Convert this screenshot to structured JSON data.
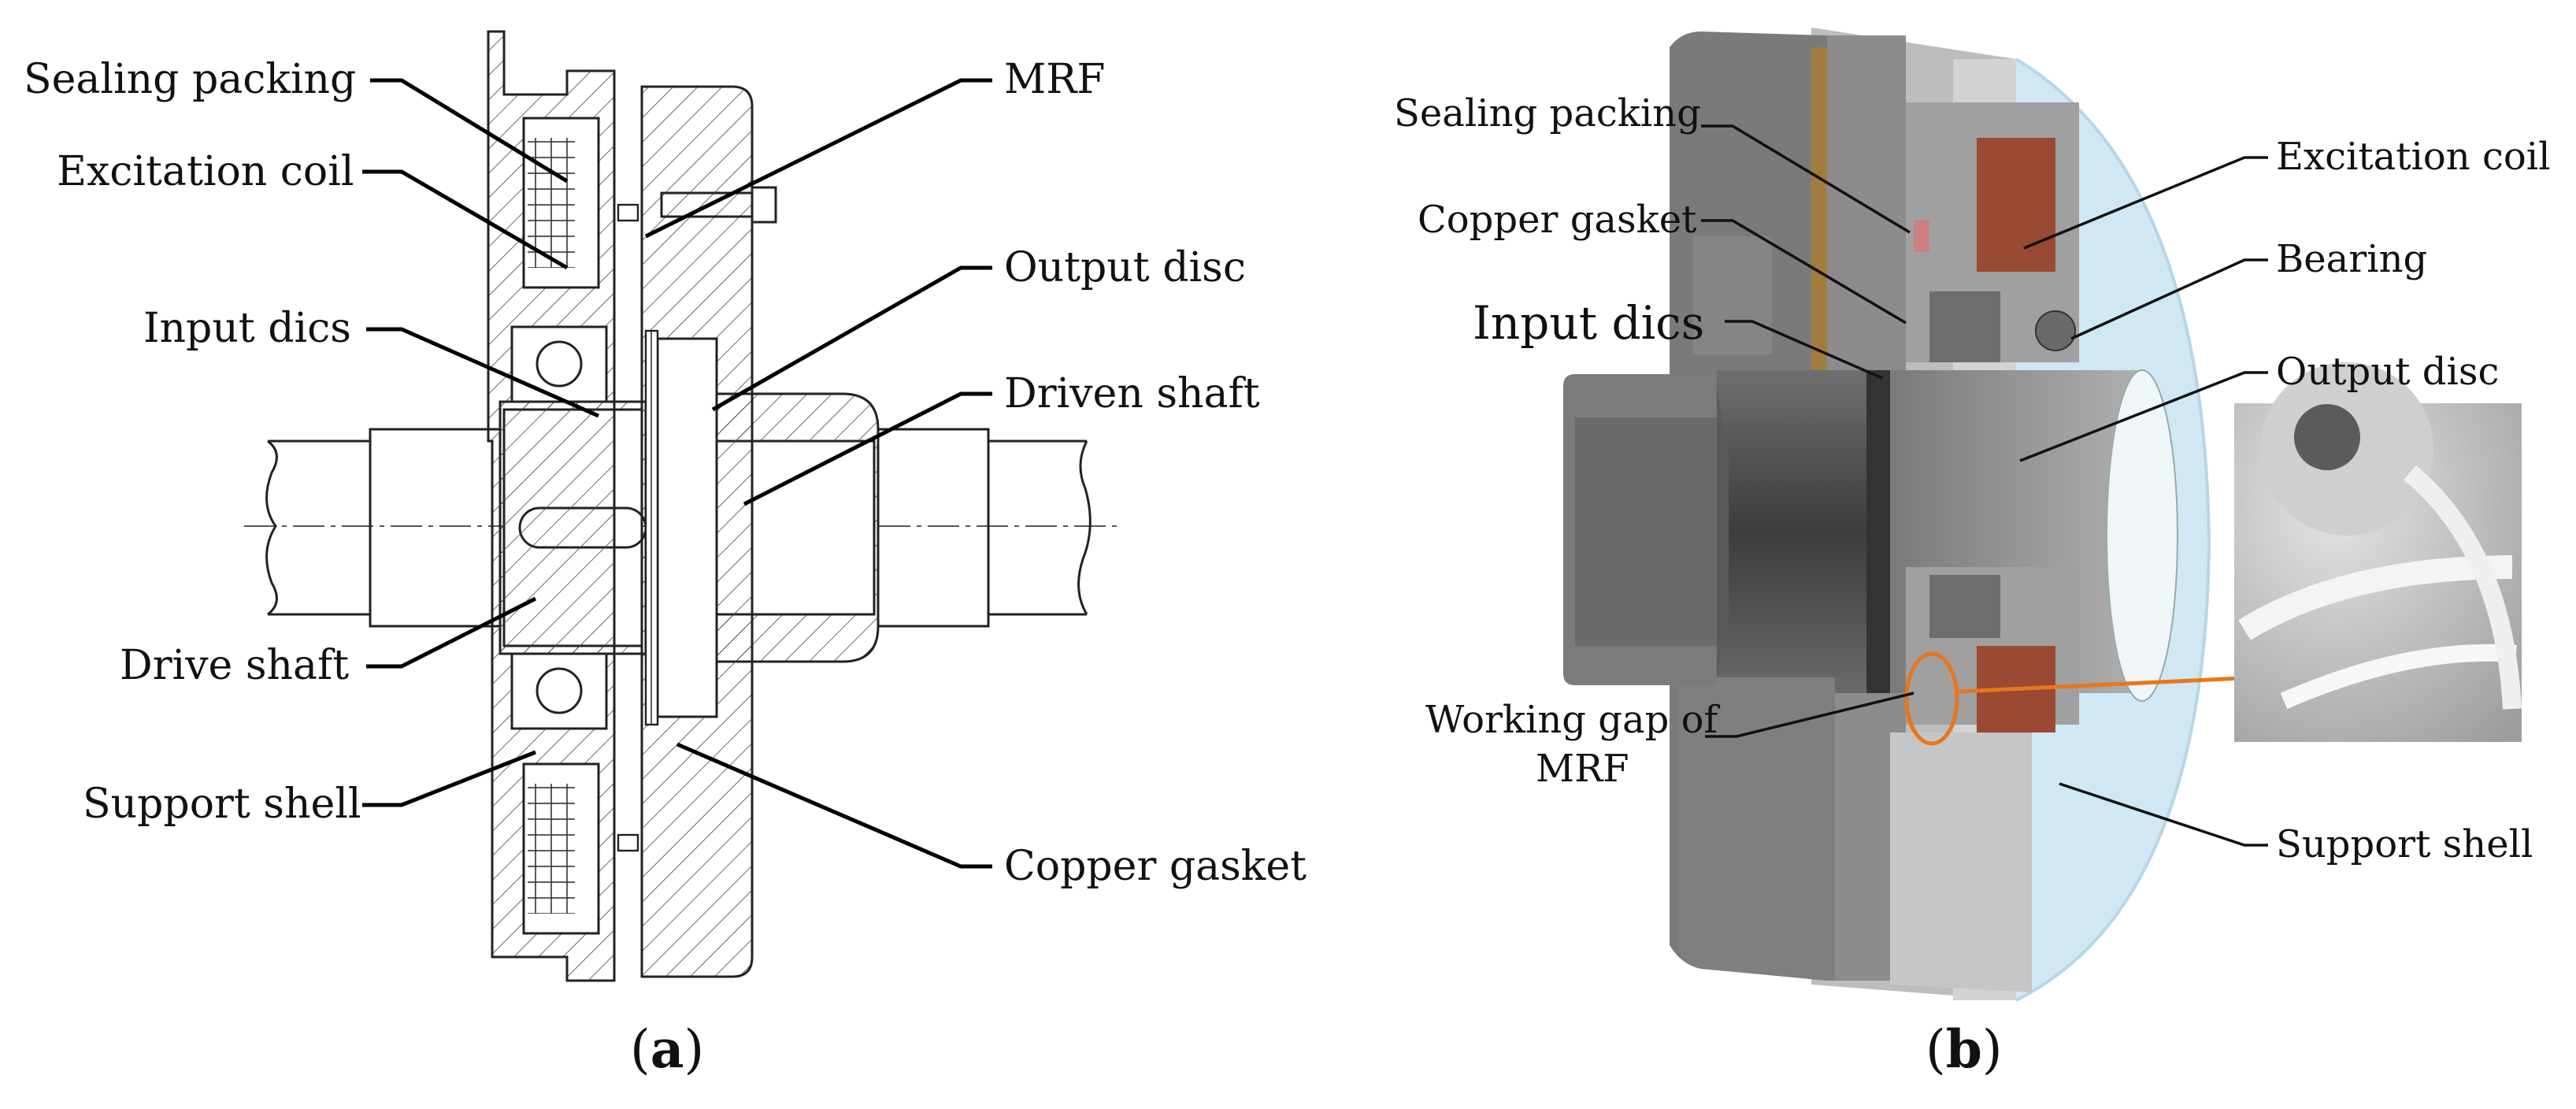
{
  "panel_a": {
    "caption_open": "(",
    "caption_letter": "a",
    "caption_close": ")",
    "labels": {
      "sealing_packing": "Sealing packing",
      "excitation_coil": "Excitation coil",
      "input_dics": "Input dics",
      "drive_shaft": "Drive shaft",
      "support_shell": "Support shell",
      "mrf": "MRF",
      "output_disc": "Output disc",
      "driven_shaft": "Driven shaft",
      "copper_gasket": "Copper gasket"
    }
  },
  "panel_b": {
    "caption_open": "(",
    "caption_letter": "b",
    "caption_close": ")",
    "labels": {
      "sealing_packing": "Sealing packing",
      "copper_gasket": "Copper gasket",
      "input_dics": "Input dics",
      "working_gap_line1": "Working gap of",
      "working_gap_line2": "MRF",
      "excitation_coil": "Excitation coil",
      "bearing": "Bearing",
      "output_disc": "Output disc",
      "support_shell": "Support shell"
    }
  },
  "colors": {
    "render_metal": "#8c8c8c",
    "render_metal_dark": "#5f5f5f",
    "render_face": "#a9a9a9",
    "coil_copper": "#9a4a32",
    "shell_blue": "#cfe8f4",
    "highlight_orange": "#e8761c"
  }
}
